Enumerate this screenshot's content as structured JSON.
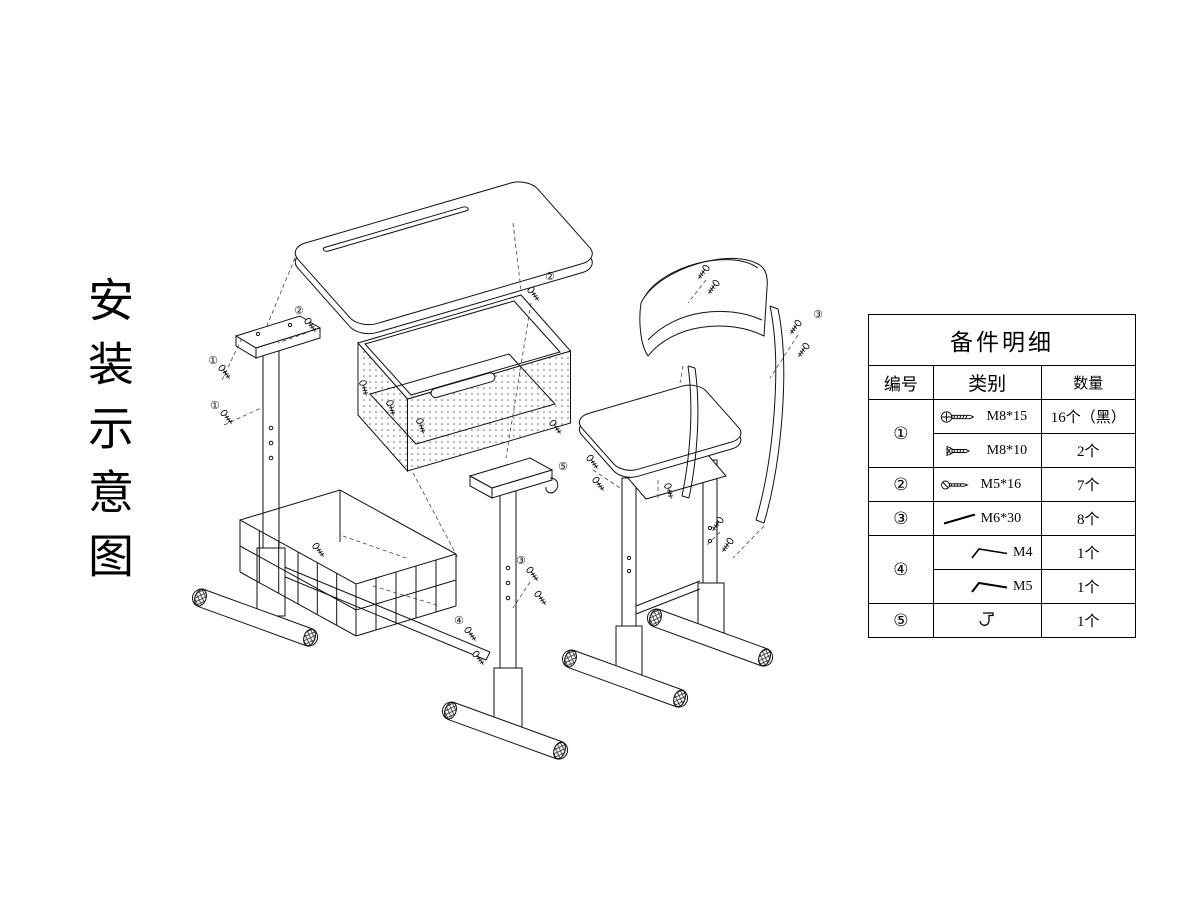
{
  "page_title": "安装示意图",
  "diagram": {
    "description": "desk and chair exploded assembly drawing",
    "callouts": [
      "①",
      "①",
      "②",
      "②",
      "③",
      "③",
      "④",
      "⑤"
    ]
  },
  "parts_table": {
    "title": "备件明细",
    "headers": {
      "no": "编号",
      "type": "类别",
      "qty": "数量"
    },
    "rows": [
      {
        "no": "①",
        "icon": "pan-head-screw",
        "type": "M8*15",
        "qty": "16个（黑）"
      },
      {
        "no": "",
        "icon": "countersunk-screw",
        "type": "M8*10",
        "qty": "2个"
      },
      {
        "no": "②",
        "icon": "self-tapping-screw",
        "type": "M5*16",
        "qty": "7个"
      },
      {
        "no": "③",
        "icon": "rod-pin",
        "type": "M6*30",
        "qty": "8个"
      },
      {
        "no": "④",
        "icon": "allen-key",
        "type": "M4",
        "qty": "1个"
      },
      {
        "no": "",
        "icon": "allen-key",
        "type": "M5",
        "qty": "1个"
      },
      {
        "no": "⑤",
        "icon": "hook",
        "type": "",
        "qty": "1个"
      }
    ]
  }
}
